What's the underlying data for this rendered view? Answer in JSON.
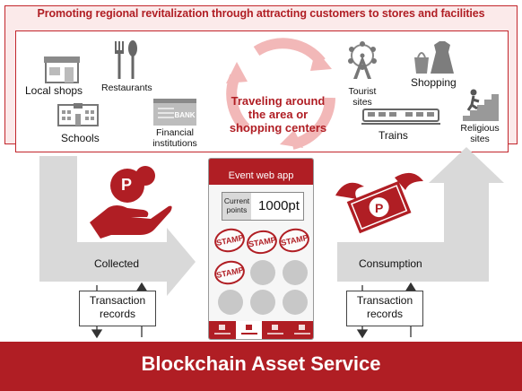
{
  "top": {
    "title": "Promoting regional revitalization through attracting customers to stores and facilities",
    "cycle_text": "Traveling around the area or shopping centers",
    "cycle_lines": [
      "Traveling around",
      "the area or",
      "shopping centers"
    ],
    "places": {
      "local_shops": "Local shops",
      "restaurants": "Restaurants",
      "schools": "Schools",
      "financial_line1": "Financial",
      "financial_line2": "institutions",
      "bank_sign": "BANK",
      "tourist_line1": "Tourist",
      "tourist_line2": "sites",
      "shopping": "Shopping",
      "trains": "Trains",
      "religious_line1": "Religious",
      "religious_line2": "sites"
    }
  },
  "flow": {
    "collected": "Collected",
    "consumption": "Consumption",
    "transaction_left": [
      "Transaction",
      "records"
    ],
    "transaction_right": [
      "Transaction",
      "records"
    ],
    "coin_letter": "P",
    "bill_letter": "P"
  },
  "phone": {
    "header": "Event web app",
    "points_label_line1": "Current",
    "points_label_line2": "points",
    "points_value": "1000pt",
    "stamp_text": "STAMP",
    "stamps_collected": 4,
    "stamp_slots": 9
  },
  "bottom": {
    "title": "Blockchain Asset Service"
  },
  "colors": {
    "brand_red": "#b01e24",
    "panel_pink": "#fbeaea",
    "arrow_gray": "#d9d9d9"
  }
}
